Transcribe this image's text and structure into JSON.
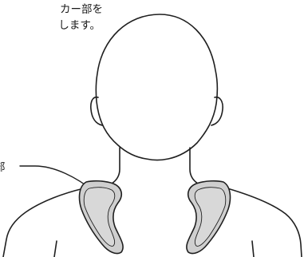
{
  "caption": {
    "line1": "カー部を",
    "line2": "します。"
  },
  "callout": {
    "label": "部"
  },
  "colors": {
    "outline": "#1f1f1f",
    "speaker_fill": "#cfcfcf",
    "speaker_inner": "#d8d8d8"
  }
}
